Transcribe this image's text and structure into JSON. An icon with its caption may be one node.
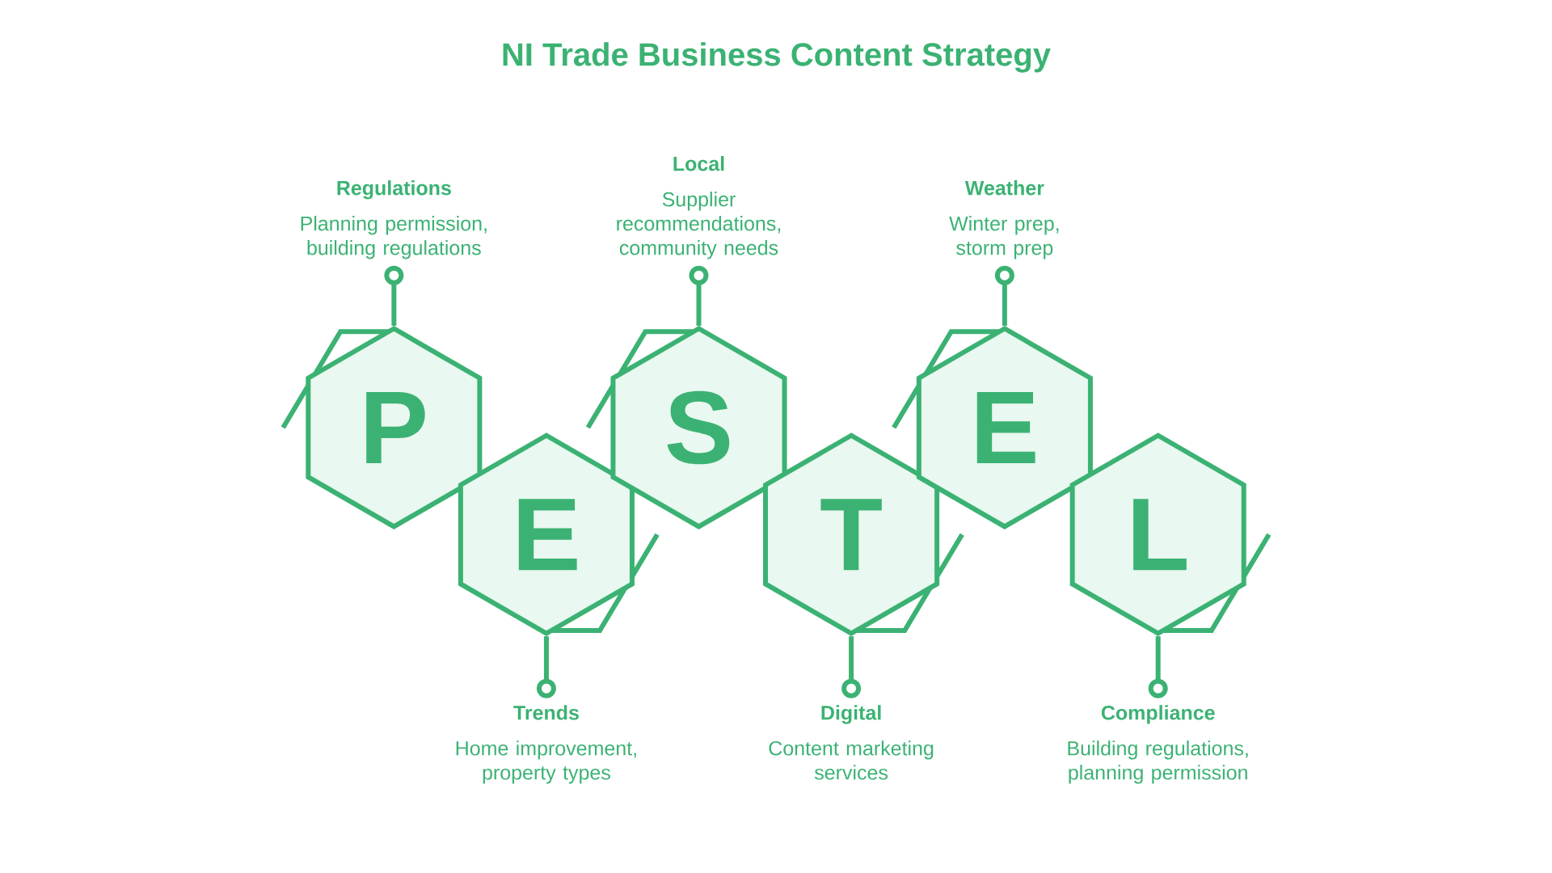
{
  "diagram": {
    "title": "NI Trade Business Content Strategy",
    "nodes": [
      {
        "text": [
          "P"
        ]
      },
      {
        "text": [
          "E"
        ]
      },
      {
        "text": [
          "S"
        ]
      },
      {
        "text": [
          "T"
        ]
      },
      {
        "text": [
          "E"
        ]
      },
      {
        "text": [
          "L"
        ]
      },
      {
        "text": [
          "Regulations",
          "Planning permission, building regulations"
        ]
      },
      {
        "text": [
          "Trends",
          "Home improvement, property types"
        ]
      },
      {
        "text": [
          "Local",
          "Supplier recommendations, community needs"
        ]
      },
      {
        "text": [
          "Digital",
          "Content marketing services"
        ]
      },
      {
        "text": [
          "Weather",
          "Winter prep, storm prep"
        ]
      },
      {
        "text": [
          "Compliance",
          "Building regulations, planning permission"
        ]
      }
    ],
    "edges": [
      {
        "from": 6,
        "to": 0,
        "arrow": "other"
      },
      {
        "from": 7,
        "to": 1,
        "arrow": "other"
      },
      {
        "from": 8,
        "to": 2,
        "arrow": "other"
      },
      {
        "from": 9,
        "to": 3,
        "arrow": "other"
      },
      {
        "from": 10,
        "to": 4,
        "arrow": "other"
      },
      {
        "from": 11,
        "to": 5,
        "arrow": "other"
      }
    ]
  }
}
